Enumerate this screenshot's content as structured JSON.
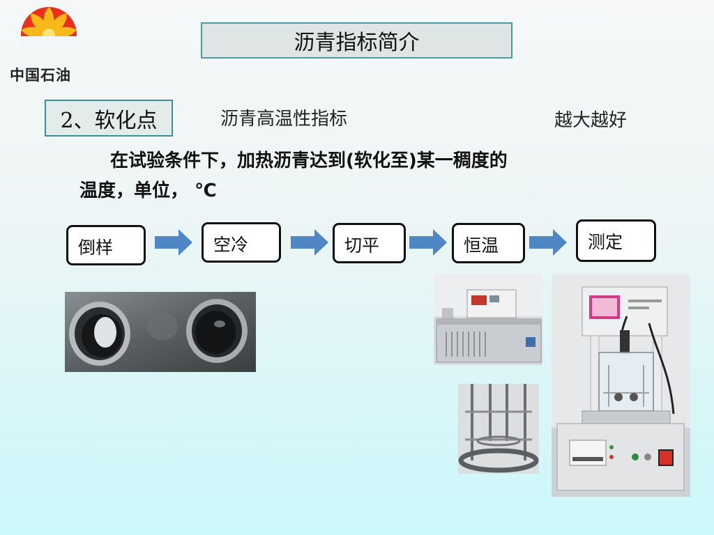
{
  "logo": {
    "name": "中国石油"
  },
  "title": "沥青指标简介",
  "section": "2、软化点",
  "subtitle": "沥青高温性指标",
  "note": "越大越好",
  "definition": {
    "line1": "在试验条件下，加热沥青达到(软化至)某一稠度的",
    "line2": "温度，单位， ℃"
  },
  "steps": [
    "倒样",
    "空冷",
    "切平",
    "恒温",
    "测定"
  ],
  "colors": {
    "arrow": "#4f86c6",
    "box_border": "#111111",
    "title_border": "#4b9aa0"
  }
}
